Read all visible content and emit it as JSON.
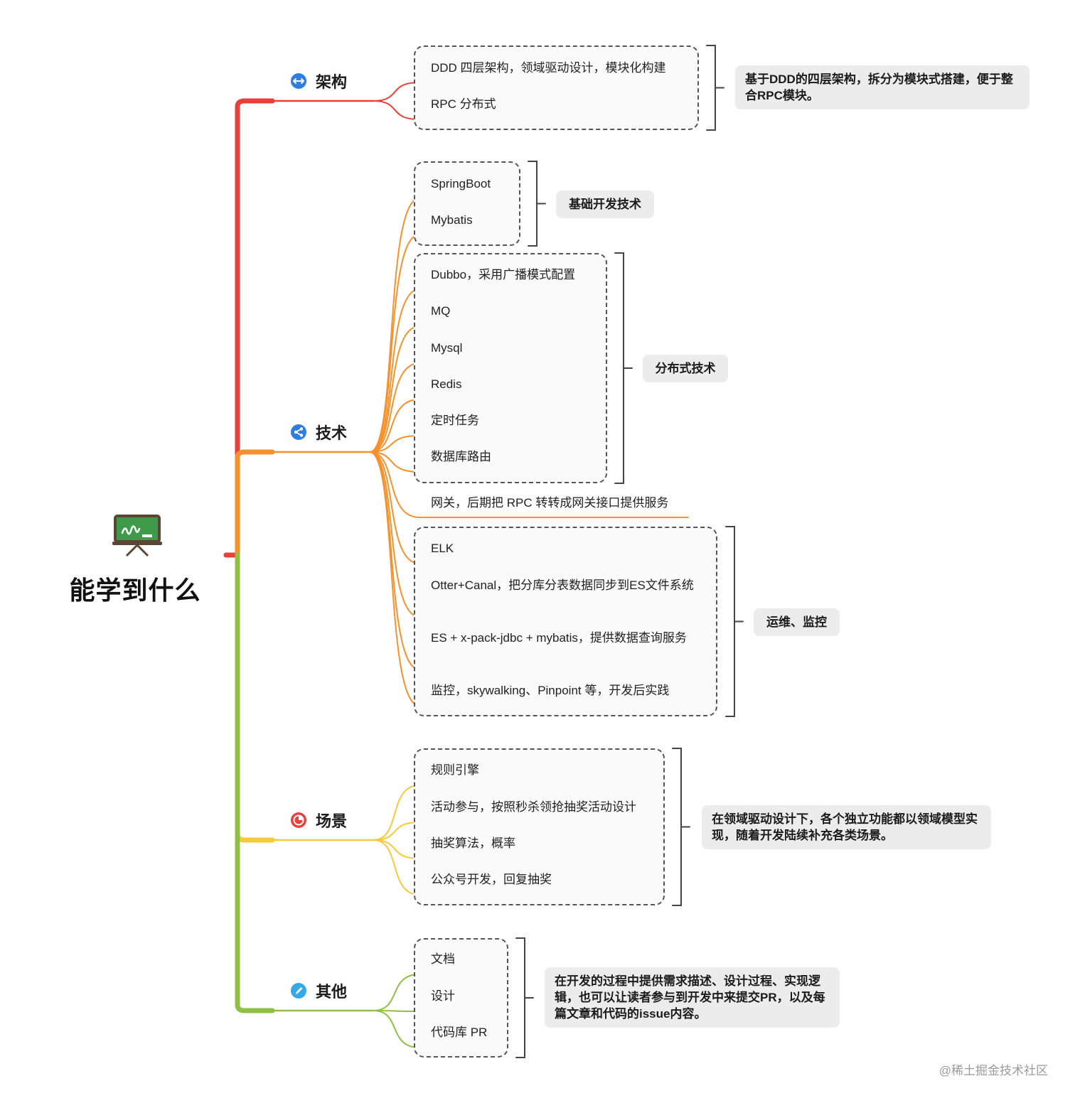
{
  "root": {
    "title": "能学到什么",
    "icon": "presentation-board-icon"
  },
  "branches": [
    {
      "label": "架构",
      "icon": "arrows-horizontal-icon",
      "color": "#E8413B",
      "items": [
        "DDD 四层架构，领域驱动设计，模块化构建",
        "RPC 分布式"
      ]
    },
    {
      "label": "技术",
      "icon": "share-icon",
      "color": "#F5922E",
      "items": [
        "SpringBoot",
        "Mybatis",
        "Dubbo，采用广播模式配置",
        "MQ",
        "Mysql",
        "Redis",
        "定时任务",
        "数据库路由",
        "网关，后期把 RPC 转转成网关接口提供服务",
        "ELK",
        "Otter+Canal，把分库分表数据同步到ES文件系统",
        "ES + x-pack-jdbc + mybatis，提供数据查询服务",
        "监控，skywalking、Pinpoint 等，开发后实践"
      ]
    },
    {
      "label": "场景",
      "icon": "pie-chart-icon",
      "color": "#F9C93C",
      "items": [
        "规则引擎",
        "活动参与，按照秒杀领抢抽奖活动设计",
        "抽奖算法，概率",
        "公众号开发，回复抽奖"
      ]
    },
    {
      "label": "其他",
      "icon": "pencil-icon",
      "color": "#8DC043",
      "items": [
        "文档",
        "设计",
        "代码库 PR"
      ]
    }
  ],
  "summaries": [
    "基于DDD的四层架构，拆分为模块式搭建，便于整合RPC模块。",
    "基础开发技术",
    "分布式技术",
    "运维、监控",
    "在领域驱动设计下，各个独立功能都以领域模型实现，随着开发陆续补充各类场景。",
    "在开发的过程中提供需求描述、设计过程、实现逻辑，也可以让读者参与到开发中来提交PR，以及每篇文章和代码的issue内容。"
  ],
  "watermark": "@稀土掘金技术社区"
}
